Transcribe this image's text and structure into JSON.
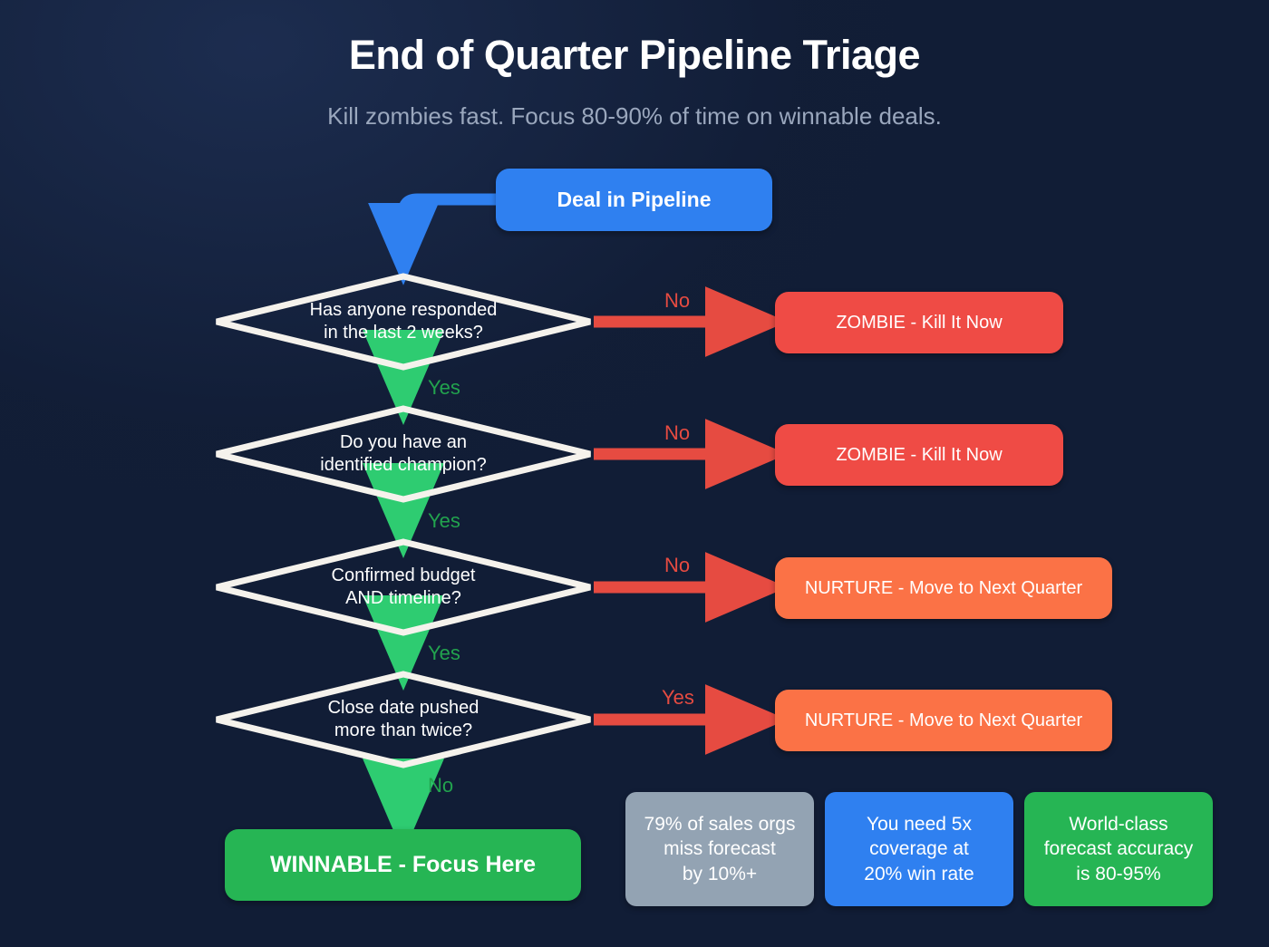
{
  "header": {
    "title": "End of Quarter Pipeline Triage",
    "subtitle": "Kill zombies fast. Focus 80-90% of time on winnable deals."
  },
  "colors": {
    "background": "#111d36",
    "start_blue": "#2f80f0",
    "zombie_red": "#ef4b45",
    "nurture_orange": "#fb7246",
    "winnable_green": "#26b554",
    "diamond_outline": "#f5f2ec",
    "edge_red": "#e64b41",
    "edge_green": "#2ecc71",
    "label_green": "#22a34e",
    "stat_gray": "#93a3b3"
  },
  "flow": {
    "start": {
      "label": "Deal in Pipeline"
    },
    "decisions": [
      {
        "id": "responded",
        "text": "Has anyone responded\nin the last 2 weeks?",
        "branch_side_label": "No",
        "branch_side_color": "red",
        "branch_down_label": "Yes",
        "branch_down_color": "green"
      },
      {
        "id": "champion",
        "text": "Do you have an\nidentified champion?",
        "branch_side_label": "No",
        "branch_side_color": "red",
        "branch_down_label": "Yes",
        "branch_down_color": "green"
      },
      {
        "id": "budget-timeline",
        "text": "Confirmed budget\nAND timeline?",
        "branch_side_label": "No",
        "branch_side_color": "red",
        "branch_down_label": "Yes",
        "branch_down_color": "green"
      },
      {
        "id": "close-date",
        "text": "Close date pushed\nmore than twice?",
        "branch_side_label": "Yes",
        "branch_side_color": "red",
        "branch_down_label": "No",
        "branch_down_color": "green"
      }
    ],
    "outcomes": [
      {
        "id": "zombie-1",
        "label": "ZOMBIE - Kill It Now",
        "kind": "zombie"
      },
      {
        "id": "zombie-2",
        "label": "ZOMBIE - Kill It Now",
        "kind": "zombie"
      },
      {
        "id": "nurture-1",
        "label": "NURTURE - Move to Next Quarter",
        "kind": "nurture"
      },
      {
        "id": "nurture-2",
        "label": "NURTURE - Move to Next Quarter",
        "kind": "nurture"
      },
      {
        "id": "winnable",
        "label": "WINNABLE - Focus Here",
        "kind": "winnable"
      }
    ]
  },
  "stats": [
    {
      "id": "miss-forecast",
      "text": "79% of sales orgs\nmiss forecast\nby 10%+",
      "color": "#93a3b3"
    },
    {
      "id": "coverage",
      "text": "You need 5x\ncoverage at\n20% win rate",
      "color": "#2f80f0"
    },
    {
      "id": "accuracy",
      "text": "World-class\nforecast accuracy\nis 80-95%",
      "color": "#26b554"
    }
  ]
}
